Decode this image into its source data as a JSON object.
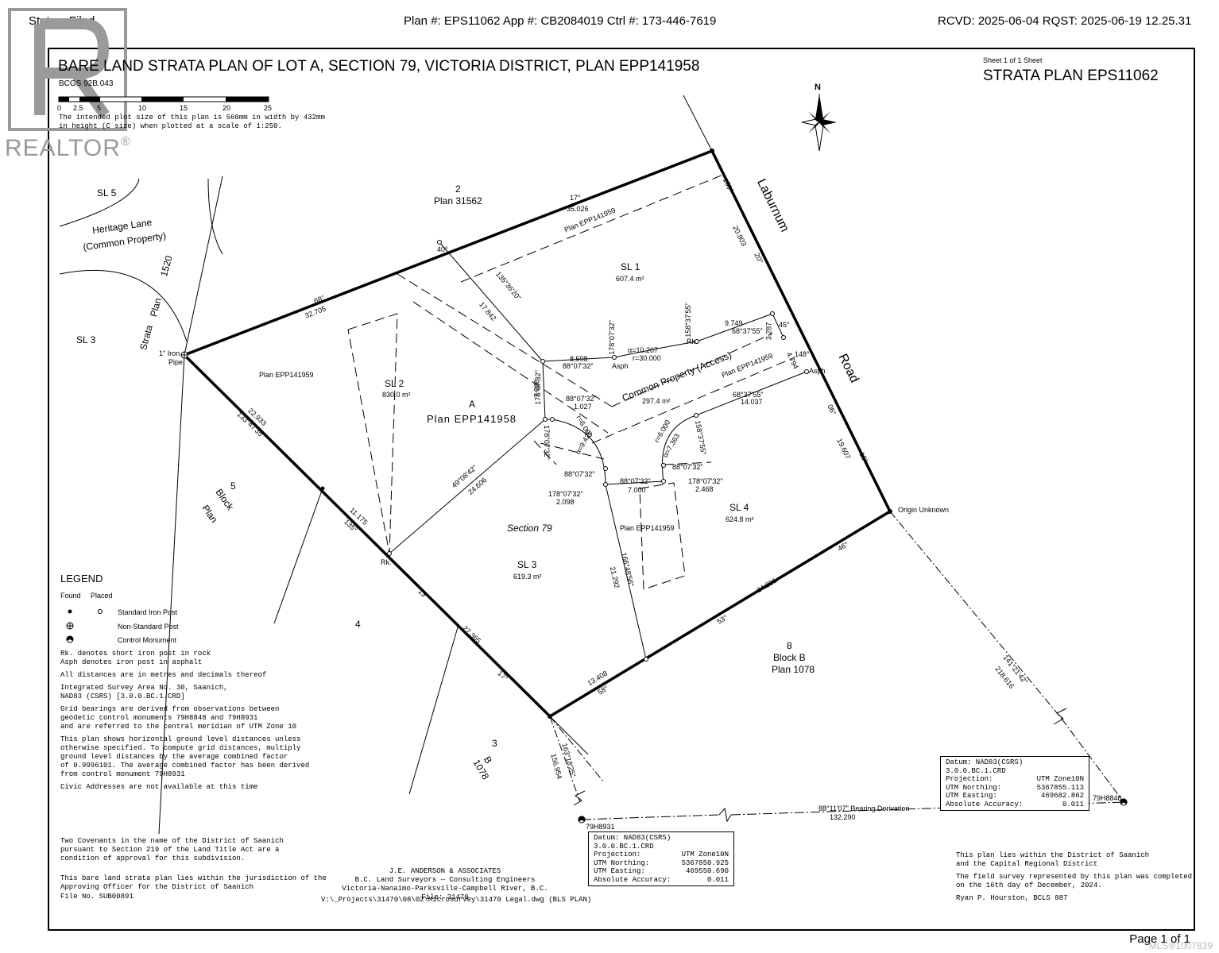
{
  "header": {
    "status": "Status: Filed",
    "plan_info": "Plan #: EPS11062 App #: CB2084019   Ctrl #: 173-446-7619",
    "received": "RCVD: 2025-06-04 RQST: 2025-06-19 12.25.31"
  },
  "watermark": {
    "realtor": "REALTOR",
    "reg": "®",
    "mls": "MLS®1007839"
  },
  "sheet": {
    "title": "BARE LAND STRATA PLAN OF LOT A, SECTION 79, VICTORIA DISTRICT, PLAN EPP141958",
    "bcgs": "BCGS 92B.043",
    "sheet_of": "Sheet 1 of 1 Sheet",
    "strata_plan": "STRATA PLAN EPS11062",
    "scale_ticks": [
      "0",
      "2.5",
      "5",
      "10",
      "15",
      "20",
      "25"
    ],
    "plot_note": [
      "The intended plot size of this plan is 560mm in width by 432mm",
      "in height (C size) when plotted at a scale of 1:250."
    ],
    "north": "N"
  },
  "labels": {
    "sl5": "SL 5",
    "heritage_1": "Heritage Lane",
    "heritage_2": "(Common Property)",
    "strata": "Strata",
    "plan_word": "Plan",
    "plan_1520": "1520",
    "sl3_left": "SL 3",
    "iron_pipe_1": "1\" Iron",
    "iron_pipe_2": "Pipe",
    "lot2": "2",
    "plan31562": "Plan 31562",
    "laburnum": "Laburnum",
    "road": "Road",
    "sl1": "SL 1",
    "sl1_area": "607.4 m²",
    "sl2": "SL 2",
    "sl2_area": "830.0 m²",
    "lot_a": "A",
    "plan_epp141958": "Plan EPP141958",
    "plan_epp141959_left": "Plan EPP141959",
    "plan_epp141959_top": "Plan EPP141959",
    "plan_epp141959_right": "Plan EPP141959",
    "plan_epp141959_bottom": "Plan EPP141959",
    "common_property": "Common Property (Access)",
    "common_area": "297.4 m²",
    "section79": "Section 79",
    "sl3": "SL 3",
    "sl3_area": "619.3 m²",
    "sl4": "SL 4",
    "sl4_area": "624.8 m²",
    "lot5": "5",
    "block": "Block",
    "plan_word2": "Plan",
    "lot4": "4",
    "lot8": "8",
    "block_b": "Block B",
    "plan1078": "Plan 1078",
    "lot3": "3",
    "b": "B",
    "num1078": "1078",
    "origin_unknown": "Origin Unknown",
    "rk_left": "Rk.",
    "rk_top": "Rk.",
    "asph1": "Asph",
    "asph2": "Asph",
    "monument_1": "79H8931",
    "monument_2": "79H8848",
    "bearing_derivation": "88°11'07\" Bearing Derivation",
    "bd_distance": "132.290",
    "d_17": "17°",
    "d_35026": "35.026",
    "d_159": "159°",
    "d_20803": "20.803",
    "d_20": "20°",
    "d_40": "40°",
    "d_68": "68°",
    "d_32705": "32.705",
    "d_135": "135°36'20\"",
    "d_17842": "17.842",
    "d_178a": "178°07'32\"",
    "d_15837a": "158°37'55\"",
    "d_9749": "9.749",
    "d_68b": "68°37'55\"",
    "d_45": "45°",
    "d_3287": "3.287",
    "d_148": "148°",
    "d_4794": "4.794",
    "d_8598": "8.598",
    "d_88a": "88°07'32\"",
    "d_arc1": "α=10.207",
    "d_r30": "r=30.000",
    "d_178b": "178°07'32\"",
    "d_7000a": "7.000",
    "d_88b": "88°07'32\"",
    "d_1027": "1.027",
    "d_68c": "68°37'55\"",
    "d_14037": "14.037",
    "d_178c": "178°07'32\"",
    "d_r6a": "r=6.000",
    "d_a9425": "α=9.425",
    "d_r6b": "r=6.000",
    "d_a7363": "α=7.363",
    "d_15837b": "158°37'55\"",
    "d_88c": "88°07'32\"",
    "d_88d": "88°07'32\"",
    "d_178d": "178°07'32\"",
    "d_2098": "2.098",
    "d_88e": "88°07'32\"",
    "d_7000b": "7.000",
    "d_178e": "178°07'32\"",
    "d_2468": "2.468",
    "d_49": "49°08'42\"",
    "d_24606": "24.606",
    "d_06": "06°",
    "d_19607": "19.607",
    "d_15": "15°",
    "d_22933": "22.933",
    "d_133": "133°47'35\"",
    "d_11175": "11.175",
    "d_135b": "135°",
    "d_13": "13°",
    "d_27365": "27.365",
    "d_17b": "17°",
    "d_166": "166°48'56\"",
    "d_21292": "21.292",
    "d_46": "46°",
    "d_34221": "34.221",
    "d_53": "53°",
    "d_13408": "13.408",
    "d_58": "58°",
    "d_141": "141°21'42\"",
    "d_218": "218.616",
    "d_163": "163°18'25\"",
    "d_156": "156.954"
  },
  "legend": {
    "title": "LEGEND",
    "found": "Found",
    "placed": "Placed",
    "items": [
      "Standard Iron Post",
      "Non-Standard Post",
      "Control Monument"
    ],
    "notes": [
      "Rk. denotes short iron post in rock",
      "Asph denotes iron post in asphalt",
      "",
      "All distances are in metres and decimals thereof",
      "",
      "Integrated Survey Area No. 30, Saanich,",
      "NAD83 (CSRS) [3.0.0.BC.1.CRD]",
      "",
      "Grid bearings are derived from observations between",
      "geodetic control monuments 79H8848 and 79H8931",
      "and are referred to the central meridian of UTM Zone 10",
      "",
      "This plan shows horizontal ground level distances unless",
      "otherwise specified. To compute grid distances, multiply",
      "ground level distances by the average combined factor",
      "of 0.9996101. The average combined factor has been derived",
      "from control monument 79H8931",
      "",
      "Civic Addresses are not available at this time"
    ],
    "covenants": [
      "Two Covenants in the name of the District of Saanich",
      "pursuant to Section 219 of the Land Title Act are a",
      "condition of approval for this subdivision."
    ],
    "jurisdiction": [
      "This bare land strata plan lies within the jurisdiction of the",
      "Approving Officer for the District of Saanich"
    ],
    "file_no": "File No. SUB00891"
  },
  "datum_right": {
    "rows": [
      [
        "Datum: NAD83(CSRS) 3.0.0.BC.1.CRD",
        ""
      ],
      [
        "Projection:",
        "UTM Zone10N"
      ],
      [
        "UTM Northing:",
        "5367855.113"
      ],
      [
        "UTM Easting:",
        "469682.862"
      ],
      [
        "Absolute Accuracy:",
        "0.011"
      ]
    ]
  },
  "datum_bottom": {
    "rows": [
      [
        "Datum: NAD83(CSRS) 3.0.0.BC.1.CRD",
        ""
      ],
      [
        "Projection:",
        "UTM Zone10N"
      ],
      [
        "UTM Northing:",
        "5367850.925"
      ],
      [
        "UTM Easting:",
        "469550.690"
      ],
      [
        "Absolute Accuracy:",
        "0.011"
      ]
    ]
  },
  "surveyor": {
    "lines": [
      "J.E. ANDERSON & ASSOCIATES",
      "B.C. Land Surveyors — Consulting Engineers",
      "Victoria-Nanaimo-Parksville-Campbell River, B.C.",
      "File: 31470"
    ],
    "path": "V:\\_Projects\\31470\\08\\02\\Microsurvey\\31470 Legal.dwg   (BLS PLAN)"
  },
  "district_note": [
    "This plan lies within the District of Saanich",
    "and the Capital Regional District"
  ],
  "field_note": [
    "The field survey represented by this plan was completed",
    "on the 16th day of December, 2024."
  ],
  "signature": "Ryan P. Hourston,   BCLS 887",
  "footer": {
    "page": "Page 1 of 1"
  }
}
